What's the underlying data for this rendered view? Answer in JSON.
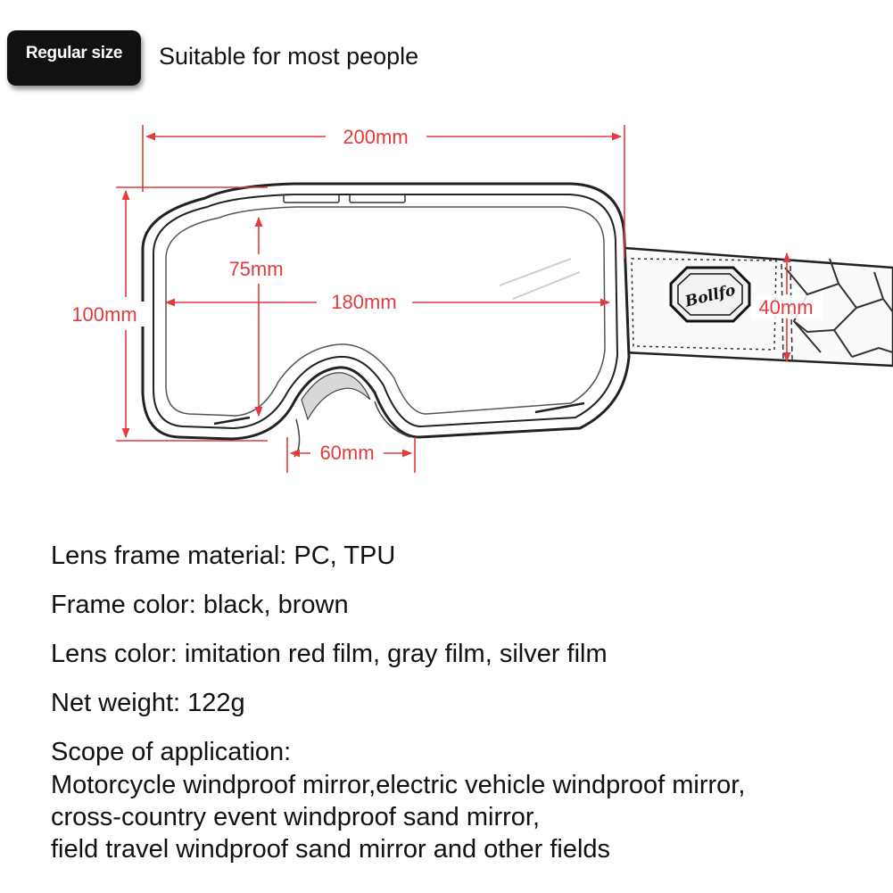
{
  "header": {
    "badge": "Regular size",
    "tagline": "Suitable for most people"
  },
  "diagram": {
    "brand_logo": "Bollfo",
    "dimension_color": "#e23b3b",
    "dimensions": {
      "overall_width": "200mm",
      "overall_height": "100mm",
      "lens_height": "75mm",
      "lens_width": "180mm",
      "strap_height": "40mm",
      "nose_width": "60mm"
    }
  },
  "specs": {
    "material": "Lens frame material: PC, TPU",
    "frame_color": "Frame color: black, brown",
    "lens_color": "Lens color: imitation red film, gray film, silver film",
    "weight": "Net weight: 122g"
  },
  "scope": {
    "heading": "Scope of application:",
    "lines": [
      "Motorcycle windproof mirror,electric vehicle windproof mirror,",
      "cross-country event windproof sand mirror,",
      "field travel windproof sand mirror and other fields"
    ]
  }
}
